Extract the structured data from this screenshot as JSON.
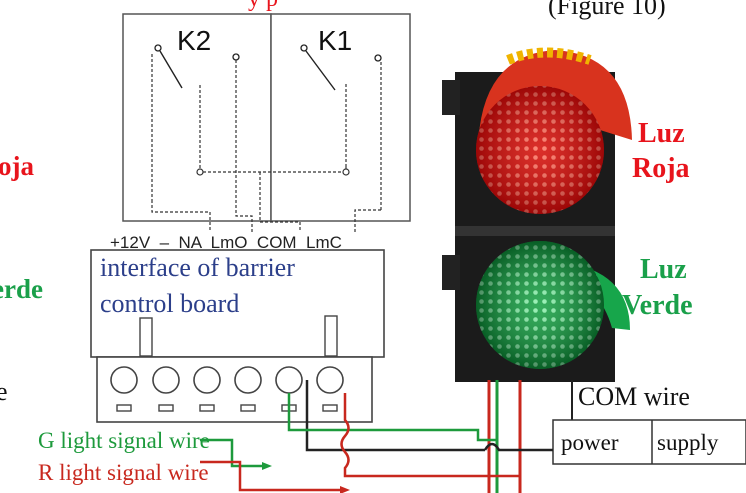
{
  "top_cut_text": "y   p",
  "figure_label": "(Figure 10)",
  "relays": {
    "k2_label": "K2",
    "k1_label": "K1"
  },
  "terminal_labels": "+12V  –  NA  LmO  COM  LmC",
  "board": {
    "line1": "interface of barrier",
    "line2": "control board"
  },
  "left_edge": {
    "roja_fragment": "oja",
    "verde_fragment": "erde",
    "e_fragment": "e"
  },
  "traffic_light": {
    "red_line1": "Luz",
    "red_line2": "Roja",
    "green_line1": "Luz",
    "green_line2": "Verde"
  },
  "wires": {
    "com_wire": "COM wire",
    "power_left": "power",
    "power_right": "supply",
    "g_signal": "G light signal wire",
    "r_signal": "R light signal wire"
  },
  "colors": {
    "red_text": "#e8141c",
    "green_text": "#1aa04a",
    "wire_red": "#c8281e",
    "wire_green": "#1d9a3c"
  }
}
